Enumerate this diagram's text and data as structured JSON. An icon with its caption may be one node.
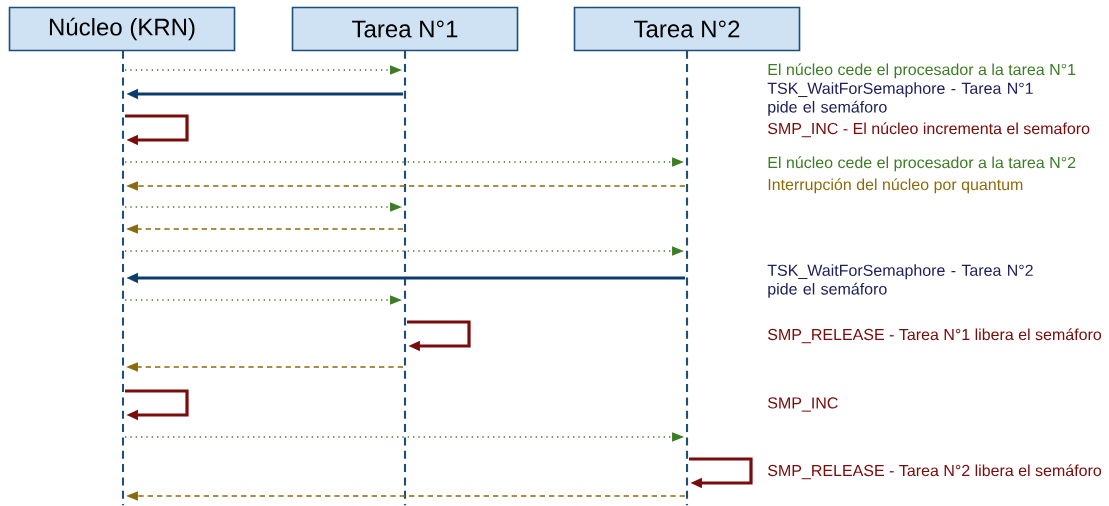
{
  "diagram": {
    "nodes": [
      {
        "text": [
          "Núcleo (KRN)"
        ]
      },
      {
        "text": [
          "Tarea N°1"
        ]
      },
      {
        "text": [
          "Tarea N°2"
        ]
      },
      {
        "text": [],
        "shape": "line"
      },
      {
        "text": [],
        "shape": "line"
      },
      {
        "text": [],
        "shape": "line"
      }
    ],
    "edges": [
      {
        "from": 3,
        "to": 4,
        "arrow": "to",
        "style": "dashed"
      },
      {
        "from": 4,
        "to": 3,
        "arrow": "to",
        "style": "thick",
        "color": "#0d3d6e"
      },
      {
        "from": 3,
        "to": 3,
        "arrow": "to",
        "style": "thick",
        "color": "#7b0c0c"
      },
      {
        "from": 3,
        "to": 5,
        "arrow": "to",
        "style": "dashed"
      },
      {
        "from": 5,
        "to": 3,
        "arrow": "to",
        "style": "dashed",
        "color": "#8c6a0a"
      },
      {
        "from": 3,
        "to": 4,
        "arrow": "to",
        "style": "dashed"
      },
      {
        "from": 4,
        "to": 3,
        "arrow": "to",
        "style": "dashed",
        "color": "#8c6a0a"
      },
      {
        "from": 3,
        "to": 5,
        "arrow": "to",
        "style": "dashed"
      },
      {
        "from": 5,
        "to": 3,
        "arrow": "to",
        "style": "thick",
        "color": "#0d3d6e"
      },
      {
        "from": 3,
        "to": 4,
        "arrow": "to",
        "style": "dashed"
      },
      {
        "from": 4,
        "to": 4,
        "arrow": "to",
        "style": "thick",
        "color": "#7b0c0c"
      },
      {
        "from": 4,
        "to": 3,
        "arrow": "to",
        "style": "dashed",
        "color": "#8c6a0a"
      },
      {
        "from": 3,
        "to": 3,
        "arrow": "to",
        "style": "thick",
        "color": "#7b0c0c"
      },
      {
        "from": 3,
        "to": 5,
        "arrow": "to",
        "style": "dashed"
      },
      {
        "from": 5,
        "to": 5,
        "arrow": "to",
        "style": "thick",
        "color": "#7b0c0c"
      },
      {
        "from": 5,
        "to": 3,
        "arrow": "to",
        "style": "dashed",
        "color": "#8c6a0a"
      }
    ],
    "labels": [
      "El núcleo cede el procesador a la tarea N°1",
      "TSK_WaitForSemaphore - Tarea N°1 pide el semáforo",
      "SMP_INC - El núcleo incrementa el semaforo",
      "El núcleo cede el procesador a la tarea N°2",
      "Interrupción del núcleo por quantum",
      "TSK_WaitForSemaphore - Tarea N°2 pide el semáforo",
      "SMP_RELEASE - Tarea N°1 libera el semáforo",
      "SMP_INC",
      "SMP_RELEASE - Tarea N°2 libera el semáforo"
    ]
  }
}
